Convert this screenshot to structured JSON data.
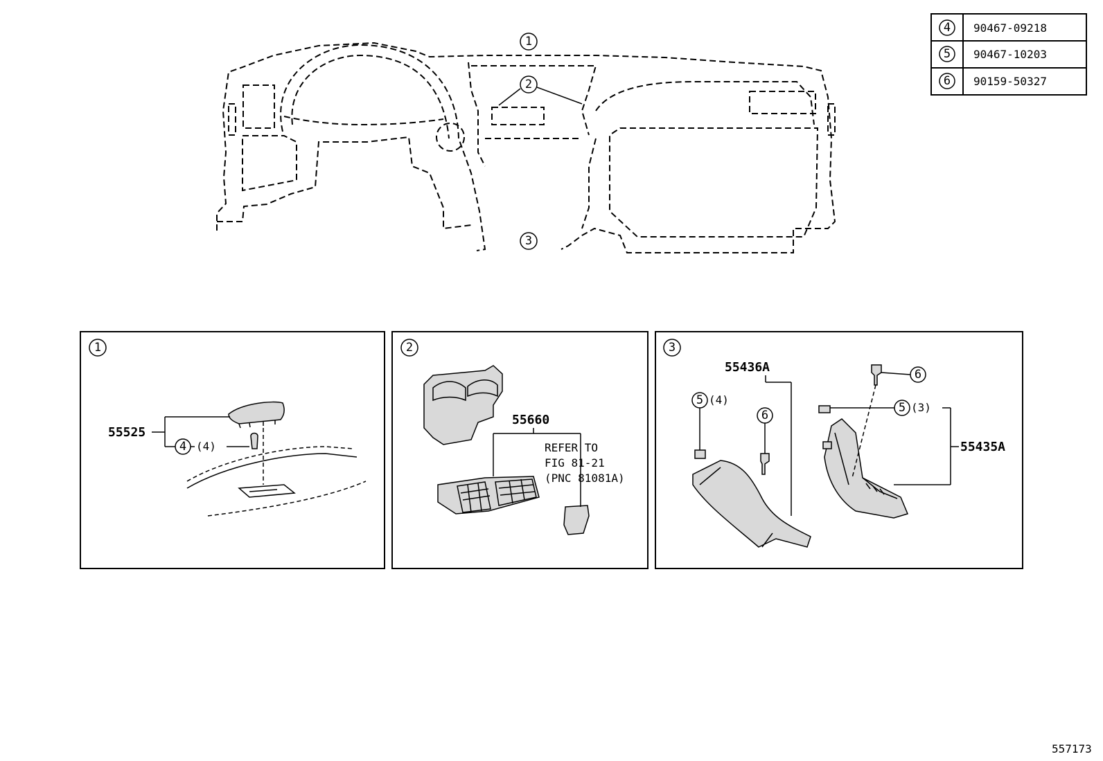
{
  "legend": [
    {
      "ref": "4",
      "part": "90467-09218"
    },
    {
      "ref": "5",
      "part": "90467-10203"
    },
    {
      "ref": "6",
      "part": "90159-50327"
    }
  ],
  "overview": {
    "callouts": [
      "1",
      "2",
      "3"
    ]
  },
  "panels": [
    {
      "id": "1",
      "label": "1",
      "parts": {
        "main": "55525",
        "fastener_ref": "4",
        "fastener_qty": "(4)"
      }
    },
    {
      "id": "2",
      "label": "2",
      "parts": {
        "main": "55660",
        "note_line1": "REFER TO",
        "note_line2": "FIG 81-21",
        "note_line3": "(PNC 81081A)"
      }
    },
    {
      "id": "3",
      "label": "3",
      "parts": {
        "left_part": "55436A",
        "left_clip_ref": "5",
        "left_clip_qty": "(4)",
        "left_bolt_ref": "6",
        "right_part": "55435A",
        "right_clip_ref": "5",
        "right_clip_qty": "(3)",
        "right_bolt_ref": "6"
      }
    }
  ],
  "figure_number": "557173"
}
